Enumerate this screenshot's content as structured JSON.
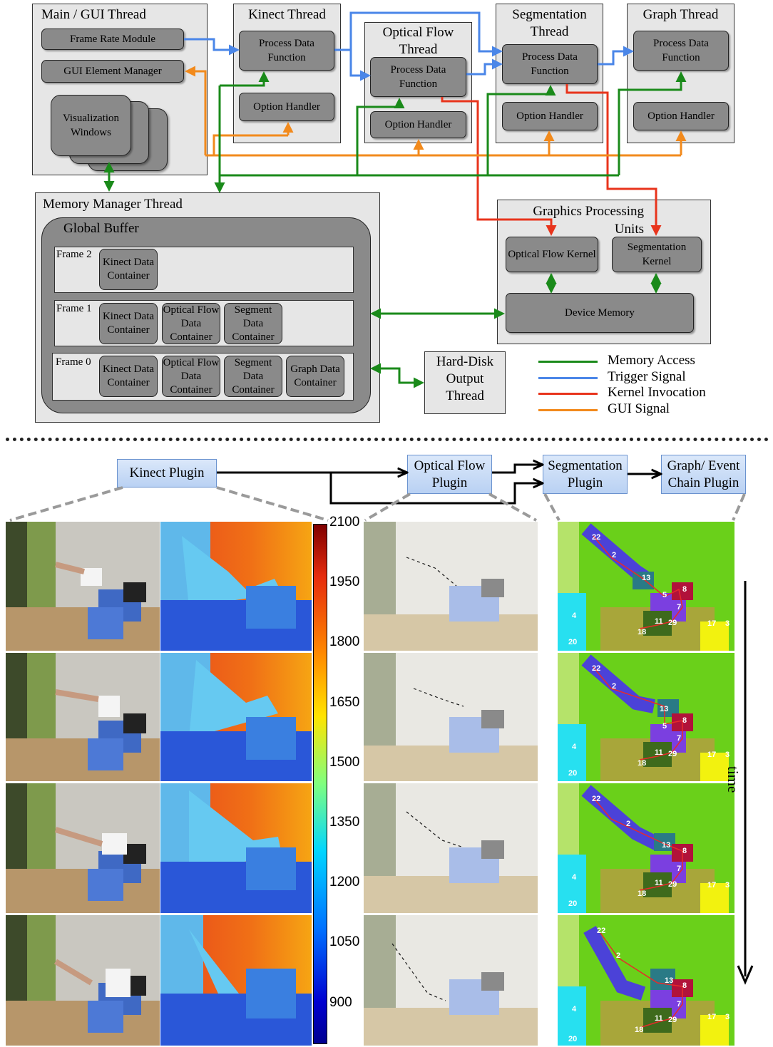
{
  "threads": {
    "main": {
      "title": "Main / GUI Thread",
      "frame_rate": "Frame Rate Module",
      "gui_manager": "GUI Element Manager",
      "vis_windows": "Visualization Windows"
    },
    "kinect": {
      "title": "Kinect Thread",
      "process": "Process Data Function",
      "option": "Option Handler"
    },
    "optical": {
      "title": "Optical Flow Thread",
      "process": "Process Data Function",
      "option": "Option Handler"
    },
    "segmentation": {
      "title": "Segmentation Thread",
      "process": "Process Data Function",
      "option": "Option Handler"
    },
    "graph": {
      "title": "Graph Thread",
      "process": "Process Data Function",
      "option": "Option Handler"
    },
    "memory": {
      "title": "Memory Manager Thread",
      "global_buffer": "Global Buffer",
      "frames": [
        {
          "label": "Frame 2",
          "containers": [
            "Kinect Data Container"
          ]
        },
        {
          "label": "Frame 1",
          "containers": [
            "Kinect Data Container",
            "Optical Flow Data Container",
            "Segment Data Container"
          ]
        },
        {
          "label": "Frame 0",
          "containers": [
            "Kinect Data Container",
            "Optical Flow Data Container",
            "Segment Data Container",
            "Graph Data Container"
          ]
        }
      ]
    },
    "gpu": {
      "title": "Graphics Processing Units",
      "optical_kernel": "Optical Flow Kernel",
      "seg_kernel": "Segmentation Kernel",
      "device_memory": "Device Memory"
    },
    "harddisk": {
      "title": "Hard-Disk Output Thread"
    }
  },
  "legend": [
    {
      "label": "Memory Access",
      "color": "#1a8a1a"
    },
    {
      "label": "Trigger Signal",
      "color": "#4a86e8"
    },
    {
      "label": "Kernel Invocation",
      "color": "#e8341c"
    },
    {
      "label": "GUI Signal",
      "color": "#f28a1c"
    }
  ],
  "plugins": {
    "kinect": "Kinect Plugin",
    "optical": "Optical Flow Plugin",
    "segmentation": "Segmentation Plugin",
    "graph": "Graph/ Event Chain Plugin"
  },
  "colorbar": {
    "ticks": [
      "2100",
      "1950",
      "1800",
      "1650",
      "1500",
      "1350",
      "1200",
      "1050",
      "900"
    ]
  },
  "time_label": "time",
  "graph_labels": [
    [
      "22",
      "2",
      "13",
      "5",
      "8",
      "7",
      "11",
      "29",
      "18",
      "17",
      "3",
      "4",
      "20"
    ],
    [
      "22",
      "2",
      "13",
      "5",
      "8",
      "7",
      "11",
      "29",
      "18",
      "17",
      "3",
      "4",
      "20"
    ],
    [
      "22",
      "2",
      "13",
      "8",
      "7",
      "11",
      "29",
      "18",
      "17",
      "3",
      "4",
      "20"
    ],
    [
      "22",
      "2",
      "13",
      "8",
      "7",
      "11",
      "29",
      "18",
      "17",
      "3",
      "4",
      "20"
    ]
  ]
}
